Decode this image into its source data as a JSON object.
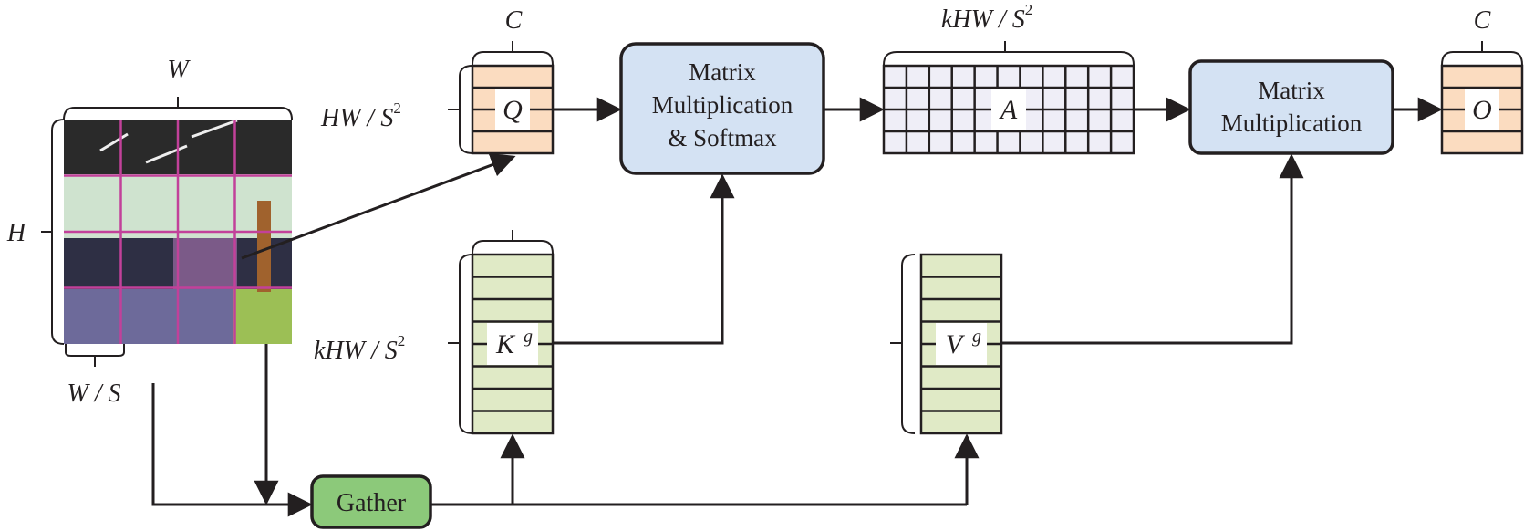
{
  "colors": {
    "line": "#231f20",
    "query_fill": "#fbdcc0",
    "attention_fill": "#efeef7",
    "kv_fill": "#e0eac6",
    "op_fill": "#d4e2f3",
    "gather_fill": "#8cc97a",
    "grid_line": "#c2419a"
  },
  "input_image": {
    "width_label": "W",
    "height_label": "H",
    "patch_label": "W / S",
    "grid_rows": 4,
    "grid_cols": 4
  },
  "query": {
    "symbol": "Q",
    "top_label": "C",
    "side_label_main": "HW / S",
    "side_label_sup": "2",
    "rows": 4
  },
  "key": {
    "symbol": "K",
    "sup": "g",
    "side_label_main": "kHW / S",
    "side_label_sup": "2",
    "rows": 8
  },
  "value": {
    "symbol": "V",
    "sup": "g",
    "rows": 8
  },
  "attention": {
    "symbol": "A",
    "top_label_main": "kHW / S",
    "top_label_sup": "2",
    "rows": 4,
    "cols": 11
  },
  "output": {
    "symbol": "O",
    "top_label": "C",
    "rows": 4
  },
  "ops": {
    "matmul_softmax": [
      "Matrix",
      "Multiplication",
      "& Softmax"
    ],
    "matmul": [
      "Matrix",
      "Multiplication"
    ],
    "gather": "Gather"
  }
}
